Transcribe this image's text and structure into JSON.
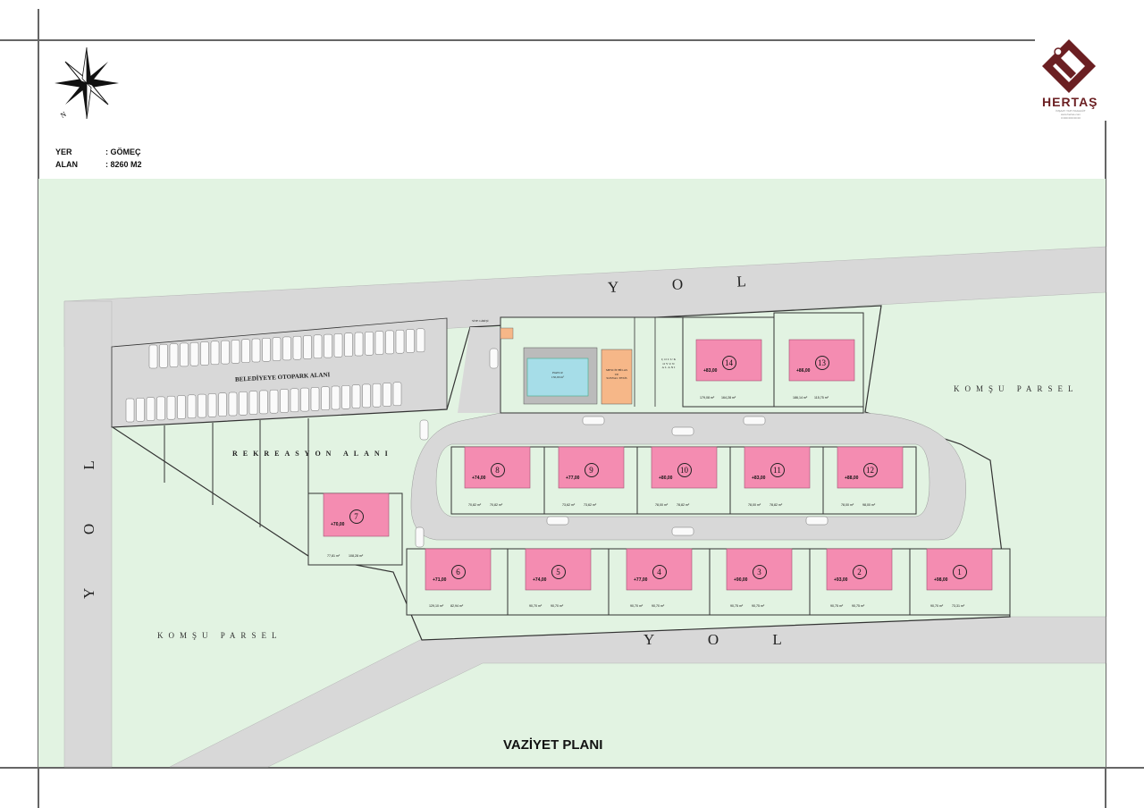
{
  "project": {
    "yer_key": "YER",
    "yer_value": ": GÖMEÇ",
    "alan_key": "ALAN",
    "alan_value": ": 8260 M2"
  },
  "title": "VAZİYET PLANI",
  "brand": {
    "name": "HERTAŞ",
    "subtext": [
      "İNŞAAT·YAPI·TAAHHÜT",
      "www.hertas.com",
      "0 000 000 00 00"
    ]
  },
  "compass": {
    "north_label": "N"
  },
  "labels": {
    "yol_top": "Y O L",
    "yol_bottom": "Y O L",
    "yol_left": "Y O L",
    "komsu_right": "KOMŞU PARSEL",
    "komsu_left": "KOMŞU PARSEL",
    "rekreasyon": "REKREASYON ALANI",
    "otopark": "BELEDİYEYE OTOPARK ALANI",
    "site_girisi": "SİTE GİRİŞİ",
    "havuz": "HAVUZ",
    "havuz_area": "150,00 m²",
    "mescit": [
      "MESCİT/HİLAS",
      "VE",
      "SOSYAL TESİS"
    ],
    "cocuk": [
      "ÇOCUK",
      "OYUN",
      "ALANI"
    ]
  },
  "houses": [
    {
      "id": "1",
      "level": "+98,00",
      "areas": [
        "90,70 m²",
        "73,31 m²"
      ]
    },
    {
      "id": "2",
      "level": "+93,00",
      "areas": [
        "90,75 m²",
        "90,75 m²"
      ]
    },
    {
      "id": "3",
      "level": "+90,00",
      "areas": [
        "90,75 m²",
        "90,75 m²"
      ]
    },
    {
      "id": "4",
      "level": "+77,00",
      "areas": [
        "90,70 m²",
        "90,70 m²"
      ]
    },
    {
      "id": "5",
      "level": "+74,00",
      "areas": [
        "90,70 m²",
        "90,70 m²"
      ]
    },
    {
      "id": "6",
      "level": "+71,00",
      "areas": [
        "129,10 m²",
        "82,94 m²"
      ]
    },
    {
      "id": "7",
      "level": "+70,00",
      "areas": [
        "77,81 m²",
        "108,28 m²"
      ]
    },
    {
      "id": "8",
      "level": "+74,00",
      "areas": [
        "70,82 m²",
        "70,82 m²"
      ]
    },
    {
      "id": "9",
      "level": "+77,00",
      "areas": [
        "73,62 m²",
        "73,62 m²"
      ]
    },
    {
      "id": "10",
      "level": "+80,00",
      "areas": [
        "78,00 m²",
        "78,82 m²"
      ]
    },
    {
      "id": "11",
      "level": "+83,00",
      "areas": [
        "78,00 m²",
        "78,82 m²"
      ]
    },
    {
      "id": "12",
      "level": "+88,00",
      "areas": [
        "78,00 m²",
        "98,00 m²"
      ]
    },
    {
      "id": "13",
      "level": "+86,00",
      "areas": [
        "186,14 m²",
        "115,75 m²"
      ]
    },
    {
      "id": "14",
      "level": "+83,00",
      "areas": [
        "179,08 m²",
        "164,28 m²"
      ]
    }
  ],
  "colors": {
    "green": "#e2f3e2",
    "road": "#d8d8d8",
    "house": "#f48cb1",
    "pool": "#a6dde8",
    "social": "#f6b788",
    "brand": "#6b1f22"
  }
}
